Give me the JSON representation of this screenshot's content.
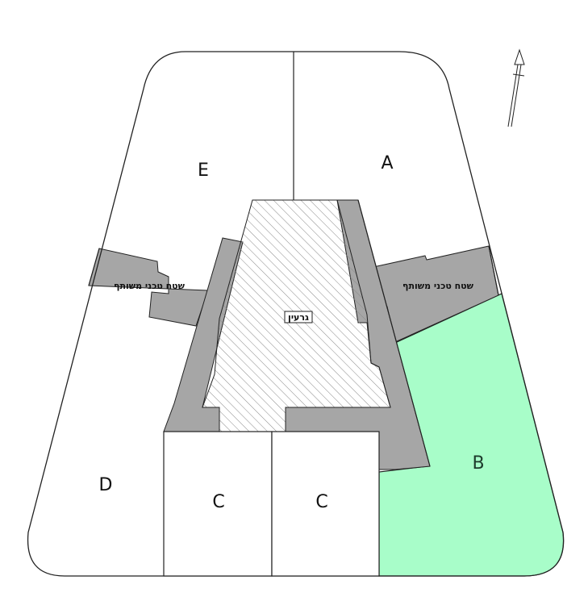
{
  "zones": {
    "A": "A",
    "B": "B",
    "C1": "C",
    "C2": "C",
    "D": "D",
    "E": "E"
  },
  "shared_area_label": "שטח טכני משותף",
  "core_label": "גרעין",
  "colors": {
    "zone_b_fill": "#a8fdc9",
    "shared_area_fill": "#a6a6a6",
    "core_hatch": "#8a8a8a",
    "outline": "#222222",
    "background": "#ffffff"
  },
  "north_arrow_icon": "north-arrow-icon"
}
